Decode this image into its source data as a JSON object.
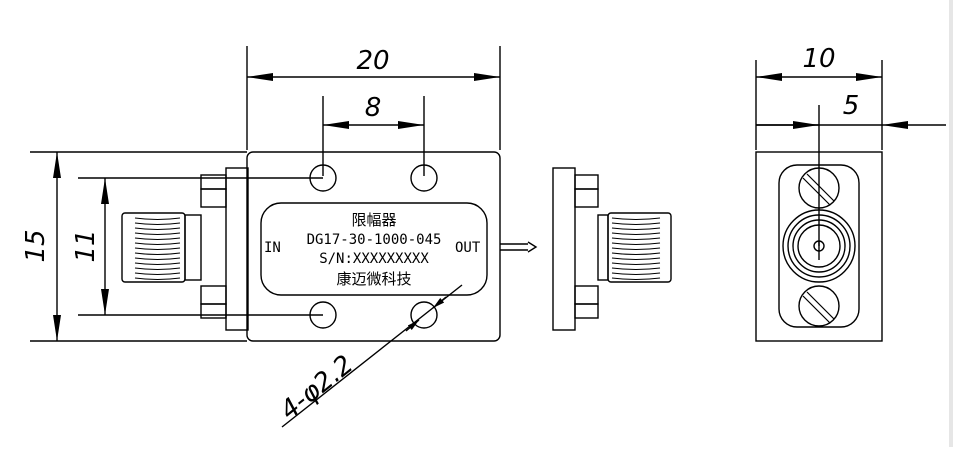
{
  "dimensions": {
    "overall_length": "20",
    "hole_spacing": "8",
    "overall_height": "15",
    "hole_vertical_spacing": "11",
    "side_width": "10",
    "center_offset": "5",
    "hole_callout": "4-φ2.2"
  },
  "label": {
    "title": "限幅器",
    "model": "DG17-30-1000-045",
    "serial": "S/N:XXXXXXXXX",
    "maker": "康迈微科技"
  },
  "ports": {
    "input": "IN",
    "output": "OUT"
  }
}
